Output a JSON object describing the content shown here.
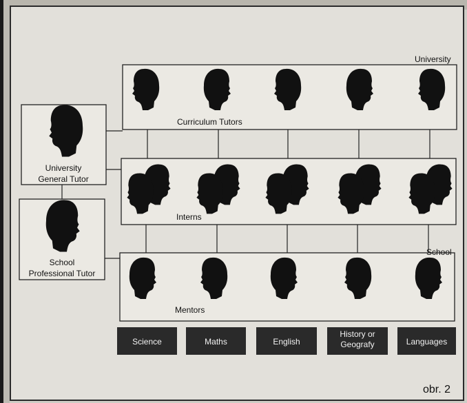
{
  "rows": {
    "university": {
      "corner_label": "University",
      "row_label": "Curriculum Tutors",
      "figures": 5
    },
    "interns": {
      "row_label": "Interns",
      "pairs": 5
    },
    "school": {
      "corner_label": "School",
      "row_label": "Mentors",
      "figures": 5
    }
  },
  "side_boxes": {
    "university_tutor": {
      "line1": "University",
      "line2": "General Tutor"
    },
    "school_tutor": {
      "line1": "School",
      "line2": "Professional Tutor"
    }
  },
  "subjects": [
    "Science",
    "Maths",
    "English",
    "History or Geografy",
    "Languages"
  ],
  "subject_lines": [
    [
      "Science"
    ],
    [
      "Maths"
    ],
    [
      "English"
    ],
    [
      "History or",
      "Geografy"
    ],
    [
      "Languages"
    ]
  ],
  "figure_label": "obr. 2",
  "colors": {
    "silhouette": "#111111",
    "subject_fill": "#2a2a2a",
    "frame": "#2a2a2a",
    "background": "#e2e0da"
  }
}
